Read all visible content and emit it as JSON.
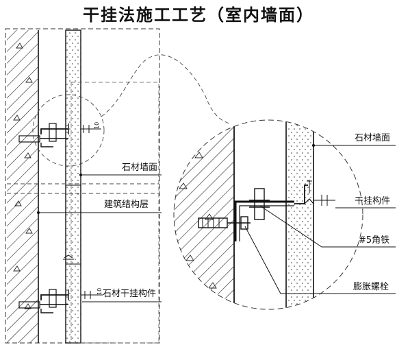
{
  "title": "干挂法施工工艺（室内墙面）",
  "labels": {
    "stone_wall_left": "石材墙面",
    "structure_layer": "建筑结构层",
    "stone_hanger_left": "石材干挂构件",
    "stone_wall_right": "石材墙面",
    "hanger_right": "干挂构件",
    "angle_steel": "#5角铁",
    "expansion_bolt": "膨胀螺栓"
  },
  "dims": {
    "d1": "10",
    "d2": "10"
  }
}
